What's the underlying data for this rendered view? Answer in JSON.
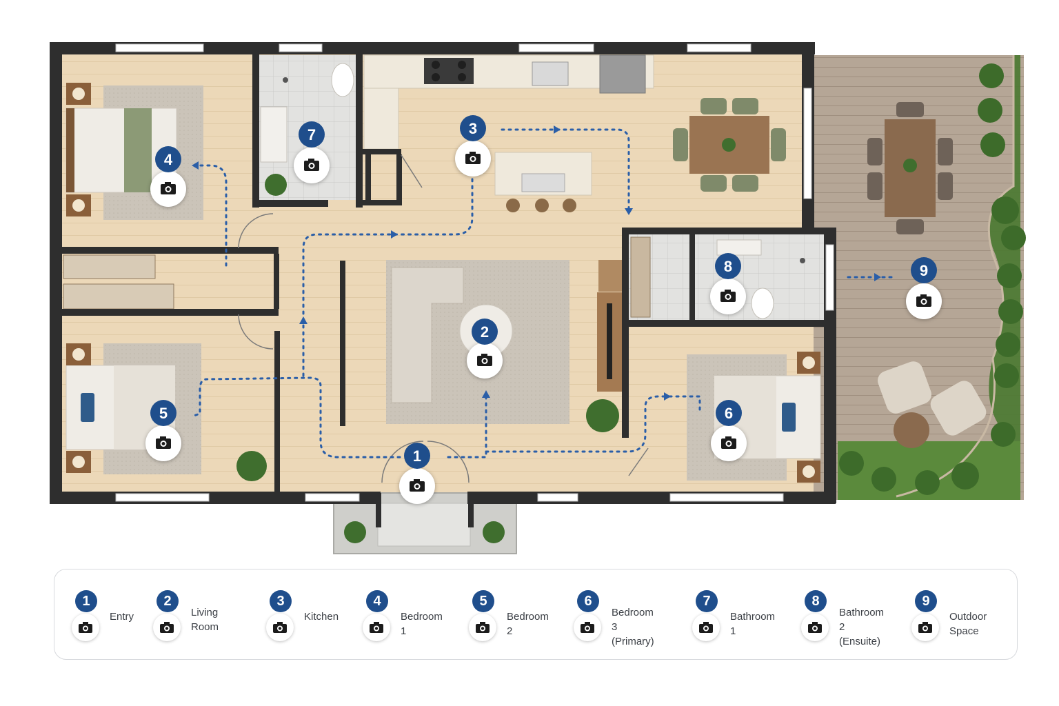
{
  "markers": [
    {
      "num": "1",
      "label": "Entry"
    },
    {
      "num": "2",
      "label": "Living Room"
    },
    {
      "num": "3",
      "label": "Kitchen"
    },
    {
      "num": "4",
      "label": "Bedroom 1"
    },
    {
      "num": "5",
      "label": "Bedroom 2"
    },
    {
      "num": "6",
      "label": "Bedroom 3\n(Primary)"
    },
    {
      "num": "7",
      "label": "Bathroom 1"
    },
    {
      "num": "8",
      "label": "Bathroom 2\n(Ensuite)"
    },
    {
      "num": "9",
      "label": "Outdoor Space"
    }
  ],
  "colors": {
    "marker": "#1f4e8c",
    "path": "#2a5ea8",
    "wall": "#2e2e2e",
    "floor": "#ecd8b8",
    "deck": "#b3a393"
  },
  "icons": {
    "camera": "camera-icon",
    "plant": "plant-icon"
  }
}
